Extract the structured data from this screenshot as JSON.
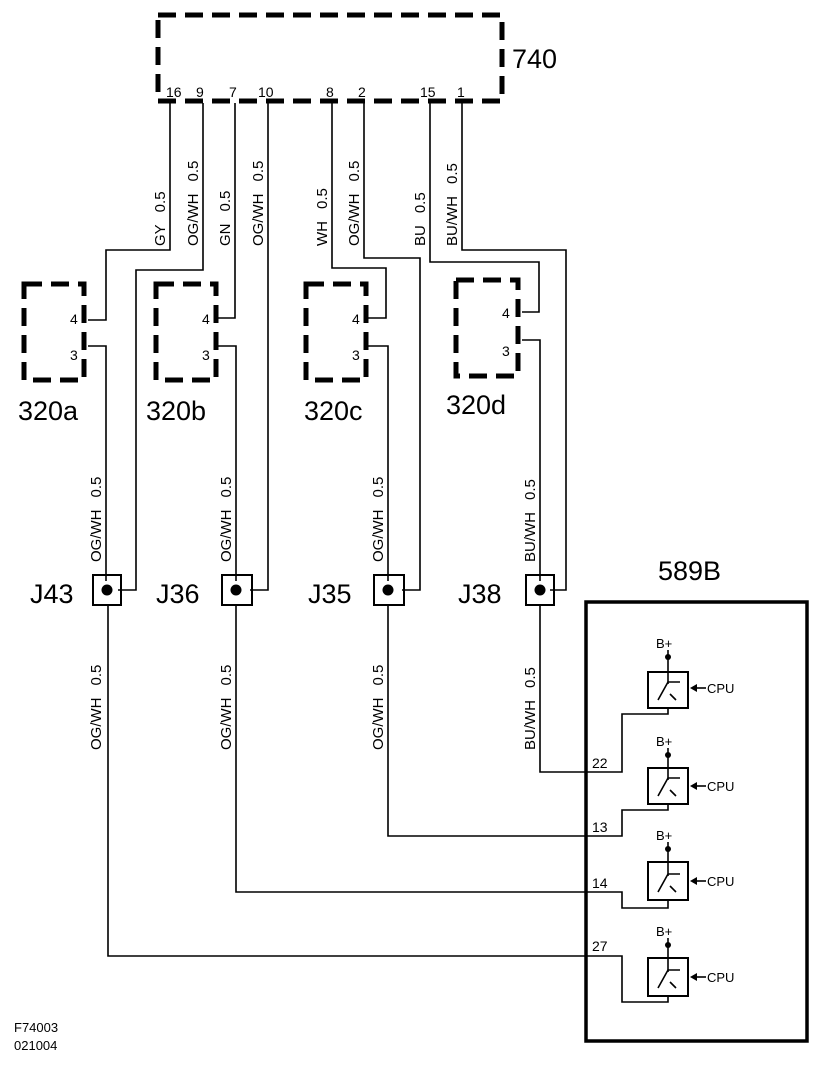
{
  "diagram": {
    "ecu": {
      "label": "740",
      "pins": [
        "16",
        "9",
        "7",
        "10",
        "8",
        "2",
        "15",
        "1"
      ]
    },
    "upper_wires": [
      {
        "name": "GY",
        "size": "0.5"
      },
      {
        "name": "OG/WH",
        "size": "0.5"
      },
      {
        "name": "GN",
        "size": "0.5"
      },
      {
        "name": "OG/WH",
        "size": "0.5"
      },
      {
        "name": "WH",
        "size": "0.5"
      },
      {
        "name": "OG/WH",
        "size": "0.5"
      },
      {
        "name": "BU",
        "size": "0.5"
      },
      {
        "name": "BU/WH",
        "size": "0.5"
      }
    ],
    "sensors": [
      {
        "label": "320a",
        "pin_a": "4",
        "pin_b": "3"
      },
      {
        "label": "320b",
        "pin_a": "4",
        "pin_b": "3"
      },
      {
        "label": "320c",
        "pin_a": "4",
        "pin_b": "3"
      },
      {
        "label": "320d",
        "pin_a": "4",
        "pin_b": "3"
      }
    ],
    "splice_wires_above": [
      {
        "name": "OG/WH",
        "size": "0.5"
      },
      {
        "name": "OG/WH",
        "size": "0.5"
      },
      {
        "name": "OG/WH",
        "size": "0.5"
      },
      {
        "name": "BU/WH",
        "size": "0.5"
      }
    ],
    "splices": [
      "J43",
      "J36",
      "J35",
      "J38"
    ],
    "splice_wires_below": [
      {
        "name": "OG/WH",
        "size": "0.5"
      },
      {
        "name": "OG/WH",
        "size": "0.5"
      },
      {
        "name": "OG/WH",
        "size": "0.5"
      },
      {
        "name": "BU/WH",
        "size": "0.5"
      }
    ],
    "module": {
      "label": "589B",
      "supply": "B+",
      "control": "CPU",
      "pins": [
        "22",
        "13",
        "14",
        "27"
      ]
    },
    "figure_id": "F74003",
    "date_code": "021004"
  }
}
